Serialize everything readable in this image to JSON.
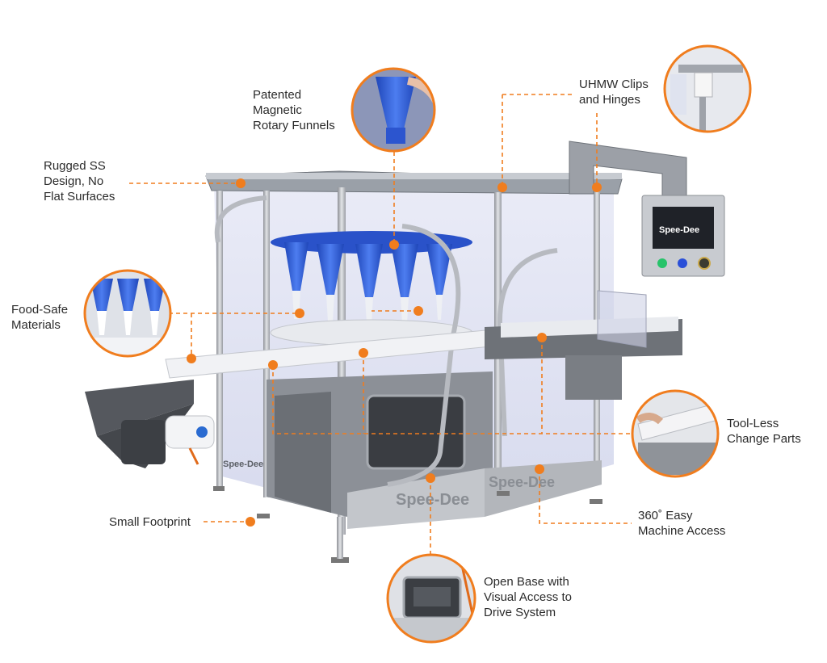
{
  "colors": {
    "accent": "#f07d1e",
    "text": "#2b2b2b",
    "steel": "#b9bcc2",
    "funnel_blue": "#2f5fd6",
    "guard_tint": "#c9cde8"
  },
  "machine": {
    "brand_badge": "Spee-Dee",
    "hmi_screen_text": "Spee-Dee",
    "base_logo_left": "Spee-Dee",
    "base_logo_right": "Spee-Dee"
  },
  "callouts": [
    {
      "id": "patented-funnels",
      "lines": [
        "Patented",
        "Magnetic",
        "Rotary Funnels"
      ],
      "icon": "blue-funnel-closeup"
    },
    {
      "id": "uhmw-clips",
      "lines": [
        "UHMW Clips",
        "and Hinges"
      ],
      "icon": "hinge-closeup"
    },
    {
      "id": "rugged-ss",
      "lines": [
        "Rugged SS",
        "Design, No",
        "Flat Surfaces"
      ]
    },
    {
      "id": "food-safe",
      "lines": [
        "Food-Safe",
        "Materials"
      ],
      "icon": "funnel-tips-closeup"
    },
    {
      "id": "tool-less",
      "lines": [
        "Tool-Less",
        "Change Parts"
      ],
      "icon": "change-parts-closeup"
    },
    {
      "id": "small-footprint",
      "lines": [
        "Small Footprint"
      ]
    },
    {
      "id": "machine-access",
      "lines": [
        "360˚ Easy",
        "Machine Access"
      ]
    },
    {
      "id": "open-base",
      "lines": [
        "Open Base with",
        "Visual Access to",
        "Drive System"
      ],
      "icon": "drive-system-closeup"
    }
  ]
}
